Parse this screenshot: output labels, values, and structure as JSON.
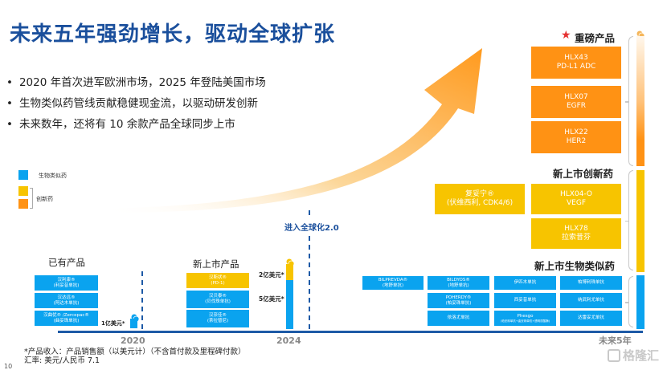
{
  "title": "未来五年强劲增长，驱动全球扩张",
  "bullets": [
    "2020 年首次进军欧洲市场，2025 年登陆美国市场",
    "生物类似药管线贡献稳健现金流，以驱动研发创新",
    "未来数年，还将有 10 余款产品全球同步上市"
  ],
  "legend": {
    "biosimilar": "生物类似药",
    "innovative": "创新药",
    "colors": {
      "biosimilar": "#0aa3ef",
      "innovative_yellow": "#f7c400",
      "innovative_orange": "#ff9214"
    }
  },
  "existing": {
    "heading": "已有产品",
    "items": [
      {
        "line1": "汉利康®",
        "line2": "(利妥昔单抗)"
      },
      {
        "line1": "汉达远®",
        "line2": "(阿达木单抗)"
      },
      {
        "line1": "汉曲优® /Zercepac®",
        "line2": "(曲妥珠单抗)"
      }
    ],
    "revenue": "1亿美元*"
  },
  "newly": {
    "heading": "新上市产品",
    "items": [
      {
        "line1": "汉斯状®",
        "line2": "(PD-1)"
      },
      {
        "line1": "汉贝泰®",
        "line2": "(贝伐珠单抗)"
      },
      {
        "line1": "汉奈佳®",
        "line2": "(茶拉替尼)"
      }
    ],
    "revenue_top": "2亿美元*",
    "revenue_bottom": "5亿美元*"
  },
  "globalization": "进入全球化2.0",
  "axis": {
    "years": [
      "2020",
      "2024",
      "未来5年"
    ]
  },
  "flagship": {
    "heading": "重磅产品",
    "items": [
      {
        "line1": "HLX43",
        "line2": "PD-L1 ADC"
      },
      {
        "line1": "HLX07",
        "line2": "EGFR"
      },
      {
        "line1": "HLX22",
        "line2": "HER2"
      }
    ]
  },
  "new_innovative": {
    "heading": "新上市创新药",
    "items": [
      {
        "line1": "复妥宁®",
        "line2": "(伏维西利, CDK4/6)"
      },
      {
        "line1": "HLX04-O",
        "line2": "VEGF"
      },
      {
        "line1": "HLX78",
        "line2": "拉索昔芬"
      }
    ]
  },
  "new_biosimilar": {
    "heading": "新上市生物类似药",
    "items": [
      {
        "line1": "BILPREVDA®",
        "line2": "(地舒单抗)"
      },
      {
        "line1": "BILDYOS®",
        "line2": "(地舒单抗)"
      },
      {
        "line1": "POHERDY®",
        "line2": "(帕妥珠单抗)"
      },
      {
        "line1": "依洛尤单抗",
        "line2": ""
      },
      {
        "line1": "伊匹木单抗",
        "line2": ""
      },
      {
        "line1": "西妥昔单抗",
        "line2": ""
      },
      {
        "line1": "Phesgo",
        "line2": "(帕妥珠单抗+曲妥珠单抗+透明质酸酶)"
      },
      {
        "line1": "帕博利珠单抗",
        "line2": ""
      },
      {
        "line1": "纳武利尤单抗",
        "line2": ""
      },
      {
        "line1": "达雷妥尤单抗",
        "line2": ""
      }
    ]
  },
  "footnote": {
    "line1": "*产品收入：产品销售额（以美元计）（不含首付款及里程碑付款）",
    "line2": "汇率: 美元/人民币 7.1"
  },
  "page_number": "10",
  "watermark": "格隆汇"
}
